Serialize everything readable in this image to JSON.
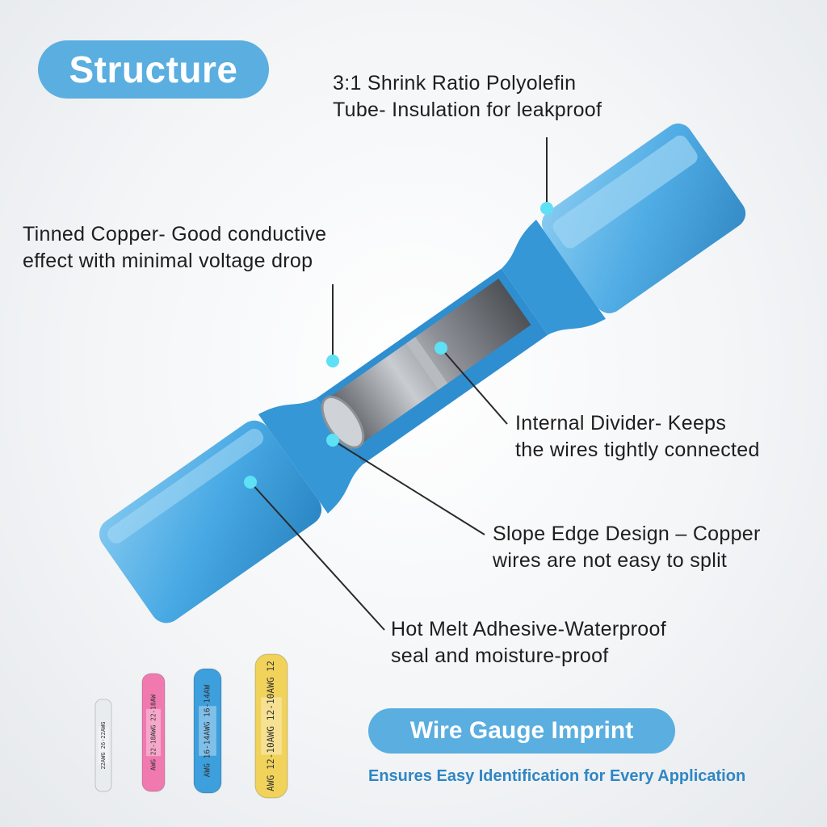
{
  "header": {
    "title": "Structure"
  },
  "callouts": {
    "shrink_tube": [
      "3:1 Shrink Ratio Polyolefin",
      "Tube- Insulation for leakproof"
    ],
    "tinned_copper": [
      "Tinned Copper- Good conductive",
      "effect with minimal voltage drop"
    ],
    "internal_divider": [
      "Internal Divider- Keeps",
      "the wires tightly connected"
    ],
    "slope_edge": [
      "Slope Edge Design – Copper",
      "wires are not easy to split"
    ],
    "hot_melt": [
      "Hot Melt Adhesive-Waterproof",
      "seal and moisture-proof"
    ]
  },
  "imprint": {
    "title": "Wire Gauge Imprint",
    "tagline": "Ensures Easy Identification for Every Application"
  },
  "connectors": [
    {
      "color": "#e9ecef",
      "imprint": "22AWG 26-22AWG"
    },
    {
      "color": "#f07ab0",
      "imprint": "AWG 22-18AWG 22-18AW"
    },
    {
      "color": "#3d9fdc",
      "imprint": "AWG 16-14AWG 16-14AW"
    },
    {
      "color": "#f1d25a",
      "imprint": "AWG 12-10AWG 12-10AWG 12"
    }
  ],
  "colors": {
    "accent": "#5aaee0",
    "tube": "#3ea4e2",
    "copper": "#8e9196",
    "tagline": "#2f86c4"
  }
}
